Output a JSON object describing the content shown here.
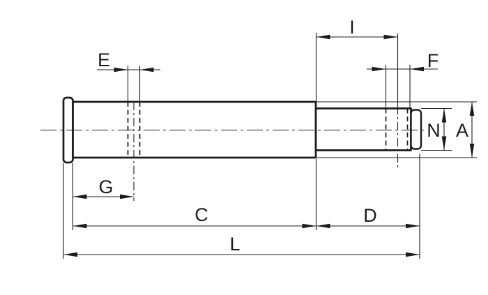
{
  "colors": {
    "background": "#ffffff",
    "line": "#1b1b1b"
  },
  "drawing": {
    "kind": "technical dimension drawing",
    "part": "stepped shaft with head flange and two cross holes"
  },
  "labels": {
    "E": "E",
    "I": "I",
    "F": "F",
    "N": "N",
    "A": "A",
    "G": "G",
    "C": "C",
    "D": "D",
    "L": "L"
  }
}
